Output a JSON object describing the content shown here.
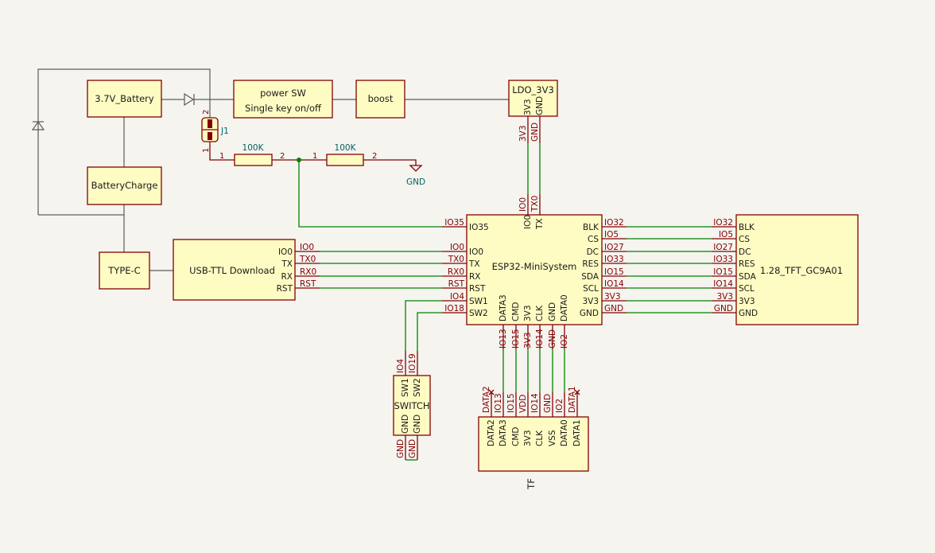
{
  "blocks": {
    "battery": "3.7V_Battery",
    "power_sw_line1": "power SW",
    "power_sw_line2": "Single key on/off",
    "boost": "boost",
    "ldo": "LDO_3V3",
    "ldo_pin_3v3": "3V3",
    "ldo_pin_gnd": "GND",
    "battery_charge": "BatteryCharge",
    "type_c": "TYPE-C",
    "usb_ttl": "USB-TTL Download",
    "esp32": "ESP32-MiniSystem",
    "tft": "1.28_TFT_GC9A01",
    "switch": "SWITCH",
    "tf": "TF"
  },
  "jumper": {
    "ref": "J1",
    "pin1": "1",
    "pin2": "2"
  },
  "resistors": [
    {
      "value": "100K",
      "pin1": "1",
      "pin2": "2"
    },
    {
      "value": "100K",
      "pin1": "1",
      "pin2": "2"
    }
  ],
  "gnd_label": "GND",
  "usb_ttl_pins": [
    "IO0",
    "TX",
    "RX",
    "RST"
  ],
  "usb_ttl_nets": [
    "IO0",
    "TX0",
    "RX0",
    "RST"
  ],
  "esp_left_nets": [
    "IO35",
    "IO0",
    "TX0",
    "RX0",
    "RST",
    "IO4",
    "IO18"
  ],
  "esp_left_pins": [
    "IO35",
    "IO0",
    "TX",
    "RX",
    "RST",
    "SW1",
    "SW2"
  ],
  "esp_top_pins": [
    "IO0",
    "TX"
  ],
  "esp_top_nets": [
    "IO0",
    "TX0"
  ],
  "ldo_nets": [
    "3V3",
    "GND"
  ],
  "esp_right_pins": [
    "BLK",
    "CS",
    "DC",
    "RES",
    "SDA",
    "SCL",
    "3V3",
    "GND"
  ],
  "esp_right_nets": [
    "IO32",
    "IO5",
    "IO27",
    "IO33",
    "IO15",
    "IO14",
    "3V3",
    "GND"
  ],
  "tft_pins": [
    "BLK",
    "CS",
    "DC",
    "RES",
    "SDA",
    "SCL",
    "3V3",
    "GND"
  ],
  "tft_nets": [
    "IO32",
    "IO5",
    "IO27",
    "IO33",
    "IO15",
    "IO14",
    "3V3",
    "GND"
  ],
  "esp_bottom_pins": [
    "DATA3",
    "CMD",
    "3V3",
    "CLK",
    "GND",
    "DATA0"
  ],
  "esp_bottom_nets": [
    "IO13",
    "IO15",
    "3V3",
    "IO14",
    "GND",
    "IO2"
  ],
  "tf_top_nets": [
    "DATA2",
    "IO13",
    "IO15",
    "VDD",
    "IO14",
    "GND",
    "IO2",
    "DATA1"
  ],
  "tf_pins": [
    "DATA2",
    "DATA3",
    "CMD",
    "3V3",
    "CLK",
    "VSS",
    "DATA0",
    "DATA1"
  ],
  "switch_top_nets": [
    "IO4",
    "IO19"
  ],
  "switch_pins_top": [
    "SW1",
    "SW2"
  ],
  "switch_pins_bottom": [
    "GND",
    "GND"
  ],
  "switch_bottom_nets": [
    "GND",
    "GND"
  ]
}
